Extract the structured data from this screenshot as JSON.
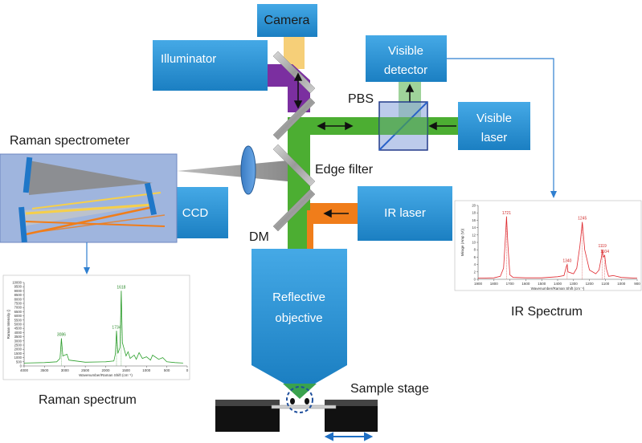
{
  "labels": {
    "camera": "Camera",
    "illuminator": "Illuminator",
    "visible_detector_line1": "Visible",
    "visible_detector_line2": "detector",
    "pbs": "PBS",
    "visible_laser_line1": "Visible",
    "visible_laser_line2": "laser",
    "raman_spectrometer": "Raman spectrometer",
    "ccd": "CCD",
    "edge_filter": "Edge filter",
    "ir_laser": "IR laser",
    "dm": "DM",
    "objective_line1": "Reflective",
    "objective_line2": "objective",
    "sample_stage": "Sample stage",
    "raman_spectrum": "Raman spectrum",
    "ir_spectrum": "IR Spectrum"
  },
  "colors": {
    "box_blue": "#2a93d5",
    "green_beam": "#4cae32",
    "purple_beam": "#7b2fa0",
    "orange_beam": "#f07d1a",
    "yellow_beam": "#f6cf78",
    "light_green_beam": "#9fd39a",
    "spectrometer_bg": "#9fb5de",
    "raman_trace": "#2ca02c",
    "ir_trace": "#e0282f",
    "arrow_blue": "#2f7fd0"
  },
  "chart_data": [
    {
      "type": "line",
      "name": "raman",
      "title": "",
      "xlabel": "Wavenumber/Raman Shift (cm⁻¹)",
      "ylabel": "Raman Intensity ()",
      "xlim": [
        4000,
        0
      ],
      "ylim": [
        0,
        10000
      ],
      "xticks": [
        4000,
        3500,
        3000,
        2500,
        2000,
        1500,
        1000,
        500,
        0
      ],
      "yticks": [
        0,
        500,
        1000,
        1500,
        2000,
        2500,
        3000,
        3500,
        4000,
        4500,
        5000,
        5500,
        6000,
        6500,
        7000,
        7500,
        8000,
        8500,
        9000,
        9500,
        10000
      ],
      "peaks": [
        {
          "x": 3086,
          "label": "3086"
        },
        {
          "x": 1734,
          "label": "1734"
        },
        {
          "x": 1618,
          "label": "1618"
        }
      ],
      "series": [
        {
          "x": [
            4000,
            3500,
            3200,
            3120,
            3086,
            3050,
            2950,
            2900,
            2500,
            2000,
            1800,
            1760,
            1734,
            1700,
            1650,
            1618,
            1590,
            1500,
            1450,
            1400,
            1300,
            1250,
            1180,
            1100,
            1000,
            900,
            850,
            700,
            600,
            500,
            300,
            100
          ],
          "y": [
            350,
            400,
            500,
            900,
            3300,
            1200,
            1400,
            700,
            450,
            500,
            600,
            1500,
            4200,
            1500,
            2200,
            9000,
            2800,
            1200,
            1700,
            900,
            1300,
            800,
            1600,
            900,
            1100,
            700,
            1300,
            800,
            1000,
            500,
            400,
            350
          ]
        }
      ]
    },
    {
      "type": "line",
      "name": "ir",
      "title": "",
      "xlabel": "Wavenumber/Raman Shift (cm⁻¹)",
      "ylabel": "Mirage (Amp (V))",
      "xlim": [
        1900,
        900
      ],
      "ylim": [
        0,
        20
      ],
      "xticks": [
        1900,
        1800,
        1700,
        1600,
        1500,
        1400,
        1300,
        1200,
        1100,
        1000,
        900
      ],
      "yticks": [
        0,
        2,
        4,
        6,
        8,
        10,
        12,
        14,
        16,
        18,
        20
      ],
      "peaks": [
        {
          "x": 1721,
          "label": "1721"
        },
        {
          "x": 1340,
          "label": "1340"
        },
        {
          "x": 1245,
          "label": "1245"
        },
        {
          "x": 1119,
          "label": "1119"
        },
        {
          "x": 1104,
          "label": "1104"
        }
      ],
      "series": [
        {
          "x": [
            1900,
            1800,
            1760,
            1740,
            1730,
            1721,
            1712,
            1700,
            1680,
            1600,
            1500,
            1400,
            1360,
            1345,
            1340,
            1335,
            1300,
            1280,
            1260,
            1245,
            1230,
            1200,
            1160,
            1140,
            1125,
            1119,
            1112,
            1104,
            1095,
            1080,
            1050,
            1000,
            950,
            900
          ],
          "y": [
            0.3,
            0.4,
            0.8,
            3,
            10,
            17,
            9,
            1.2,
            0.5,
            0.4,
            0.4,
            0.7,
            1,
            3.5,
            4,
            2,
            1.5,
            3,
            9,
            15.5,
            8,
            2.5,
            1.5,
            2.5,
            6,
            8,
            6,
            6.5,
            3,
            0.8,
            1,
            0.5,
            0.4,
            0.3
          ]
        }
      ]
    }
  ]
}
